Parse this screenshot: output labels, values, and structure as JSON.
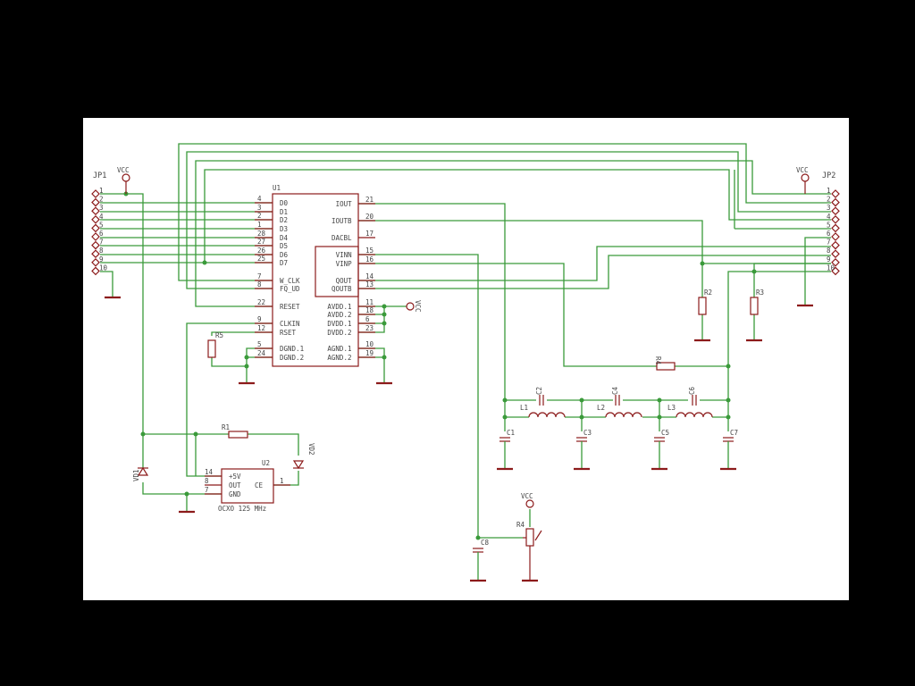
{
  "connectors": {
    "jp1": {
      "name": "JP1",
      "pins": [
        "1",
        "2",
        "3",
        "4",
        "5",
        "6",
        "7",
        "8",
        "9",
        "10"
      ]
    },
    "jp2": {
      "name": "JP2",
      "pins": [
        "1",
        "2",
        "3",
        "4",
        "5",
        "6",
        "7",
        "8",
        "9",
        "10"
      ]
    }
  },
  "supply": {
    "vcc": "VCC"
  },
  "u1": {
    "ref": "U1",
    "left_pins": [
      {
        "num": "4",
        "name": "D0"
      },
      {
        "num": "3",
        "name": "D1"
      },
      {
        "num": "2",
        "name": "D2"
      },
      {
        "num": "1",
        "name": "D3"
      },
      {
        "num": "28",
        "name": "D4"
      },
      {
        "num": "27",
        "name": "D5"
      },
      {
        "num": "26",
        "name": "D6"
      },
      {
        "num": "25",
        "name": "D7"
      },
      {
        "num": "7",
        "name": "W_CLK"
      },
      {
        "num": "8",
        "name": "FQ_UD"
      },
      {
        "num": "22",
        "name": "RESET"
      },
      {
        "num": "9",
        "name": "CLKIN"
      },
      {
        "num": "12",
        "name": "RSET"
      },
      {
        "num": "5",
        "name": "DGND.1"
      },
      {
        "num": "24",
        "name": "DGND.2"
      }
    ],
    "right_pins": [
      {
        "num": "21",
        "name": "IOUT"
      },
      {
        "num": "20",
        "name": "IOUTB"
      },
      {
        "num": "17",
        "name": "DACBL"
      },
      {
        "num": "15",
        "name": "VINN"
      },
      {
        "num": "16",
        "name": "VINP"
      },
      {
        "num": "14",
        "name": "QOUT"
      },
      {
        "num": "13",
        "name": "QOUTB"
      },
      {
        "num": "11",
        "name": "AVDD.1"
      },
      {
        "num": "18",
        "name": "AVDD.2"
      },
      {
        "num": "6",
        "name": "DVDD.1"
      },
      {
        "num": "23",
        "name": "DVDD.2"
      },
      {
        "num": "10",
        "name": "AGND.1"
      },
      {
        "num": "19",
        "name": "AGND.2"
      }
    ]
  },
  "u2": {
    "ref": "U2",
    "pins": [
      {
        "num": "14",
        "name": "+5V"
      },
      {
        "num": "8",
        "name": "OUT"
      },
      {
        "num": "7",
        "name": "GND"
      },
      {
        "num": "1",
        "name": "CE"
      }
    ],
    "caption": "OCXO 125 MHz"
  },
  "parts": {
    "resistors": [
      "R1",
      "R2",
      "R3",
      "R4",
      "R5"
    ],
    "capacitors": [
      "C1",
      "C2",
      "C3",
      "C4",
      "C5",
      "C6",
      "C7",
      "C8"
    ],
    "inductors": [
      "L1",
      "L2",
      "L3"
    ],
    "diodes": [
      "VD1",
      "VD2"
    ],
    "pot": "R4"
  }
}
